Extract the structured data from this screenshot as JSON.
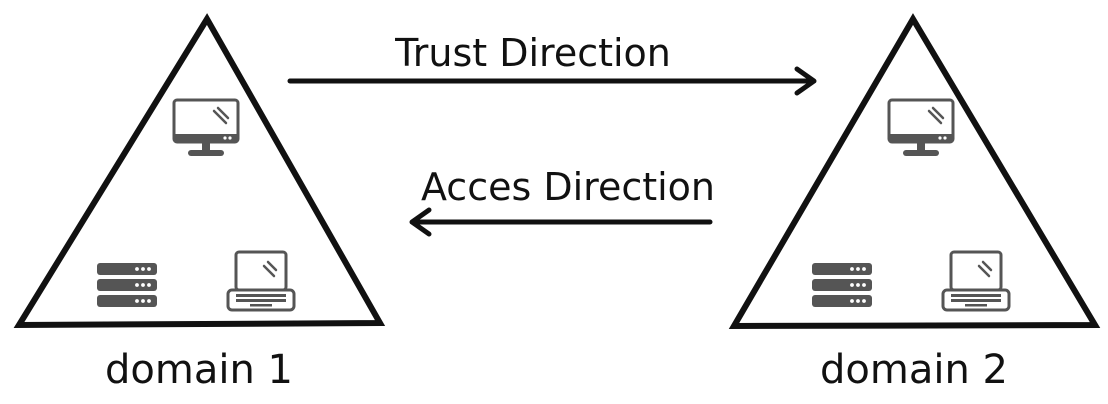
{
  "diagram": {
    "domains": [
      {
        "label": "domain 1",
        "icons": [
          "desktop-monitor-icon",
          "server-rack-icon",
          "laptop-icon"
        ]
      },
      {
        "label": "domain 2",
        "icons": [
          "desktop-monitor-icon",
          "server-rack-icon",
          "laptop-icon"
        ]
      }
    ],
    "arrows": [
      {
        "label": "Trust Direction",
        "from": "domain 1",
        "to": "domain 2"
      },
      {
        "label": "Acces Direction",
        "from": "domain 2",
        "to": "domain 1"
      }
    ]
  },
  "colors": {
    "line": "#111111",
    "icon": "#555555",
    "background": "#ffffff"
  }
}
